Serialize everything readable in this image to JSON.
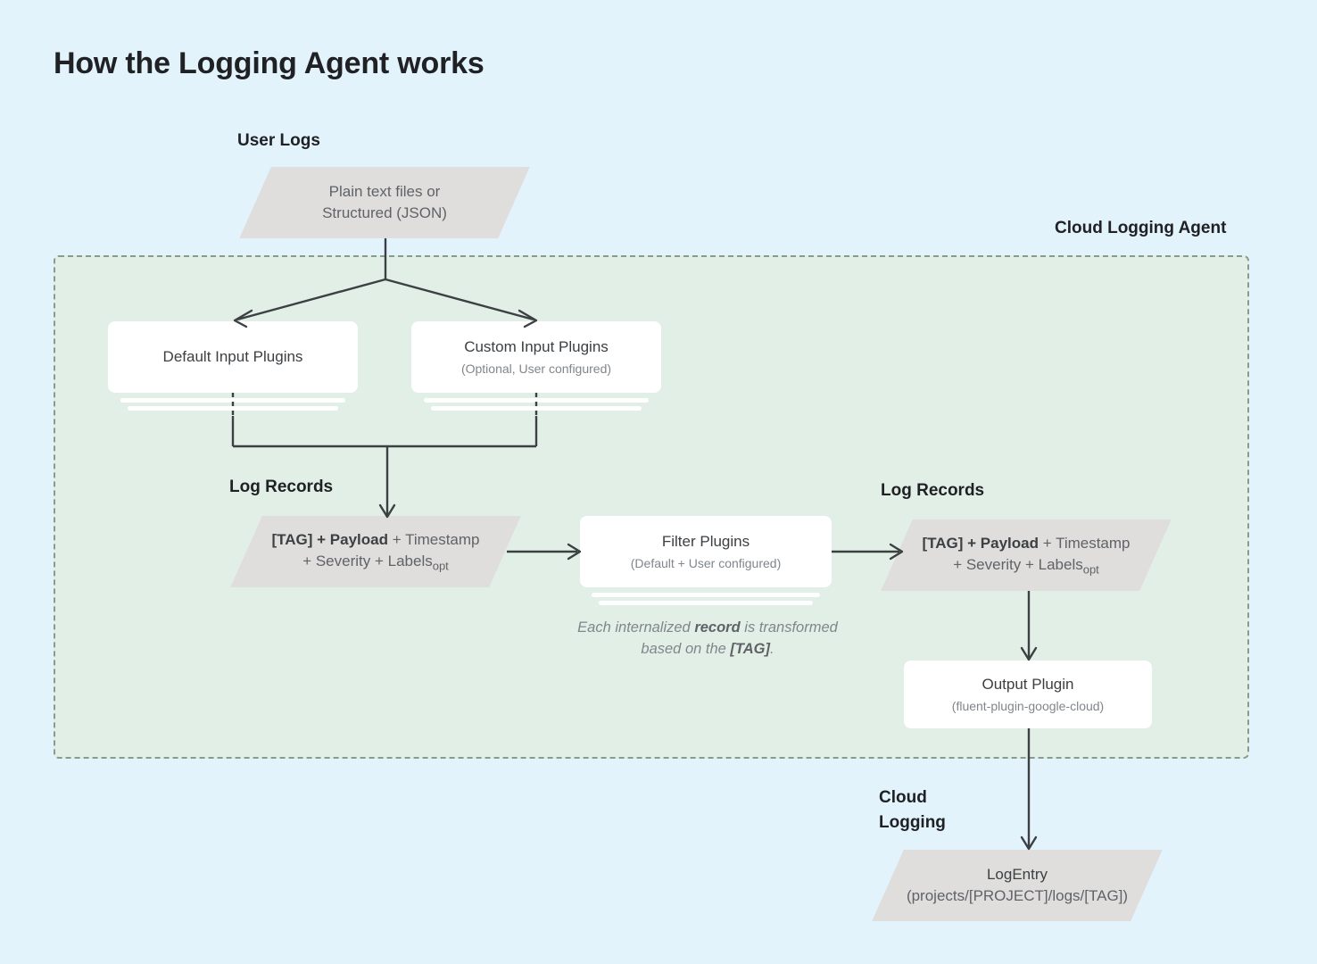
{
  "page": {
    "title": "How the Logging Agent works",
    "background_color": "#e3f3fc",
    "agent_region_color": "#e2efe6",
    "shape_color": "#e0dedd",
    "card_color": "#ffffff",
    "line_color": "#3c4043"
  },
  "labels": {
    "user_logs": "User Logs",
    "cloud_logging_agent": "Cloud Logging Agent",
    "log_records_left": "Log Records",
    "log_records_right": "Log Records",
    "cloud_logging": "Cloud\nLogging"
  },
  "nodes": {
    "user_logs_source": {
      "line1": "Plain text files or",
      "line2": "Structured (JSON)"
    },
    "default_input_plugins": {
      "title": "Default Input Plugins",
      "subtitle": ""
    },
    "custom_input_plugins": {
      "title": "Custom Input Plugins",
      "subtitle": "(Optional, User configured)"
    },
    "log_record_left": {
      "bold": "[TAG] + Payload",
      "rest_line1": " + Timestamp",
      "rest_line2": "+ Severity + Labels",
      "sub": "opt"
    },
    "filter_plugins": {
      "title": "Filter Plugins",
      "subtitle": "(Default + User configured)"
    },
    "log_record_right": {
      "bold": "[TAG] + Payload",
      "rest_line1": " + Timestamp",
      "rest_line2": "+ Severity + Labels",
      "sub": "opt"
    },
    "output_plugin": {
      "title": "Output Plugin",
      "subtitle": "(fluent-plugin-google-cloud)"
    },
    "log_entry": {
      "title": "LogEntry",
      "subtitle": "(projects/[PROJECT]/logs/[TAG])"
    }
  },
  "captions": {
    "transform_line1_a": "Each internalized ",
    "transform_line1_b": "record",
    "transform_line1_c": " is",
    "transform_line2_a": "transformed based on the ",
    "transform_line2_b": "[TAG]",
    "transform_line2_c": "."
  }
}
